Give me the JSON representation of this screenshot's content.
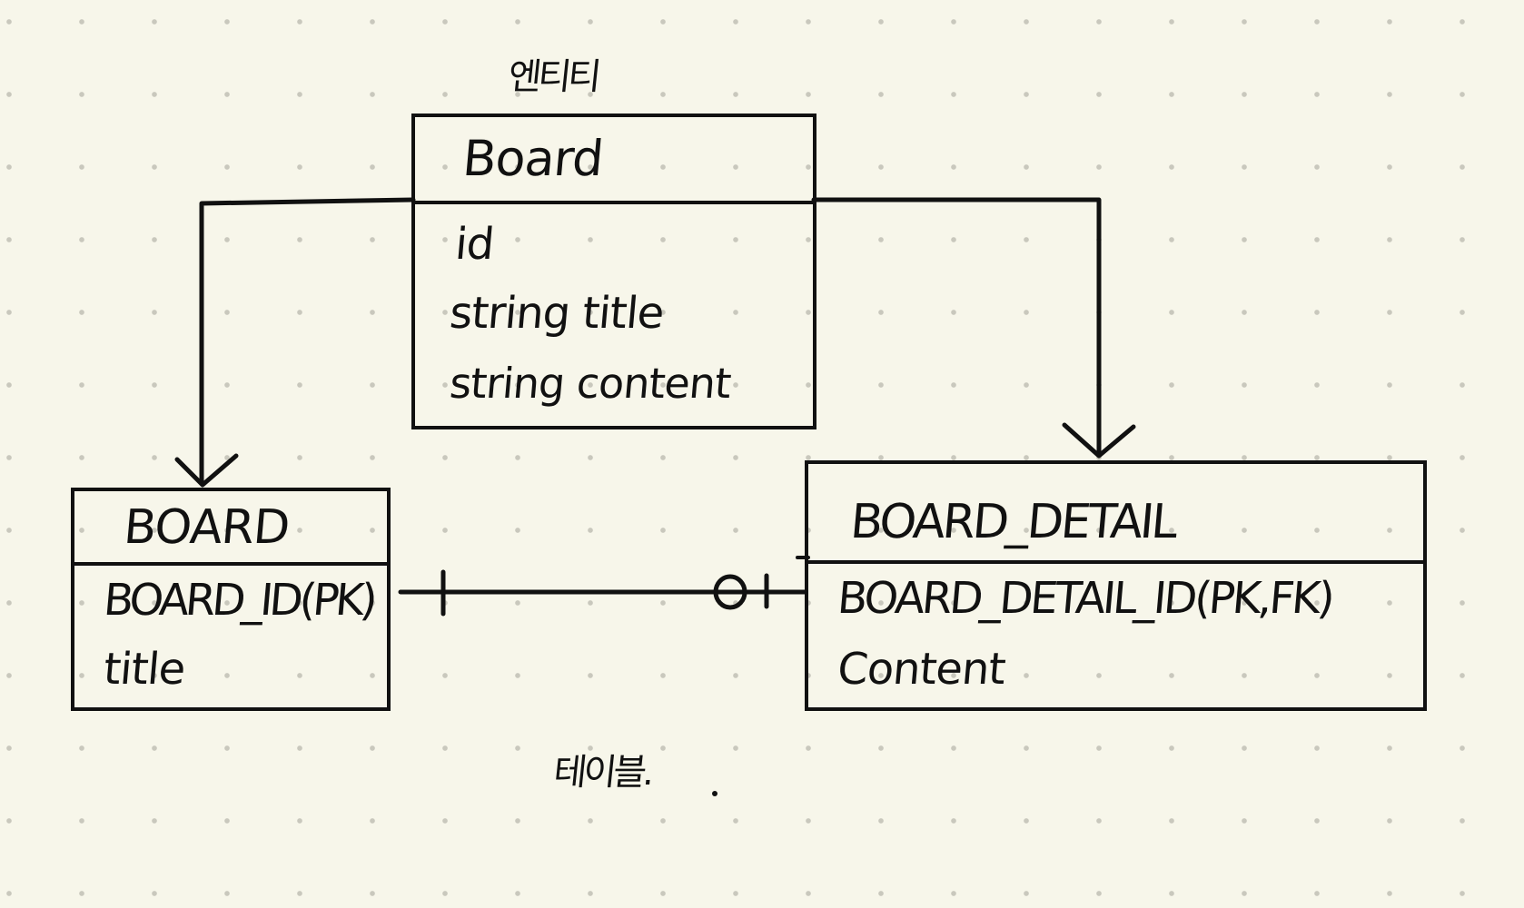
{
  "entity_caption": "엔티티",
  "table_caption": "테이블.",
  "entity": {
    "name": "Board",
    "fields": [
      "id",
      "string  title",
      "string  content"
    ]
  },
  "table_board": {
    "name": "BOARD",
    "columns": [
      "BOARD_ID(PK)",
      "title"
    ]
  },
  "table_board_detail": {
    "name": "BOARD_DETAIL",
    "columns": [
      "BOARD_DETAIL_ID(PK,FK)",
      "Content"
    ]
  }
}
